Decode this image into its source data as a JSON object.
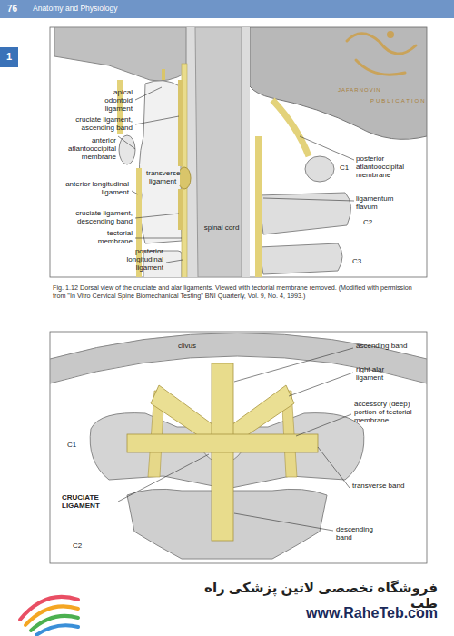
{
  "diagram": {
    "caption": "Fig. 1.12 Dorsal view of the cruciate and alar ligaments. Viewed with tectorial membrane removed. (Modified with permission from \"In Vitro Cervical Spine Biomechanical Testing\" BNI Quarterly, Vol. 9, No. 4, 1993.)",
    "labels": [
      "76",
      "Anatomy and Physiology",
      "1",
      "JAFARNOVIN",
      "PUBLICATION",
      "apical odontoid ligament",
      "cruciate ligament, ascending band",
      "anterior atlantooccipital membrane",
      "transverse ligament",
      "anterior longitudinal ligament",
      "cruciate ligament, descending band",
      "tectorial membrane",
      "posterior longitudinal ligament",
      "spinal cord",
      "posterior atlantooccipital membrane",
      "C1",
      "ligamentum flavum",
      "C2",
      "C3",
      "clivus",
      "ascending band",
      "right alar ligament",
      "accessory (deep) portion of tectorial membrane",
      "C1",
      "CRUCIATE LIGAMENT",
      "transverse band",
      "descending band",
      "C2",
      "فروشگاه تخصصی لاتین پزشکی راه طب",
      "www.RaheTeb.com"
    ]
  }
}
